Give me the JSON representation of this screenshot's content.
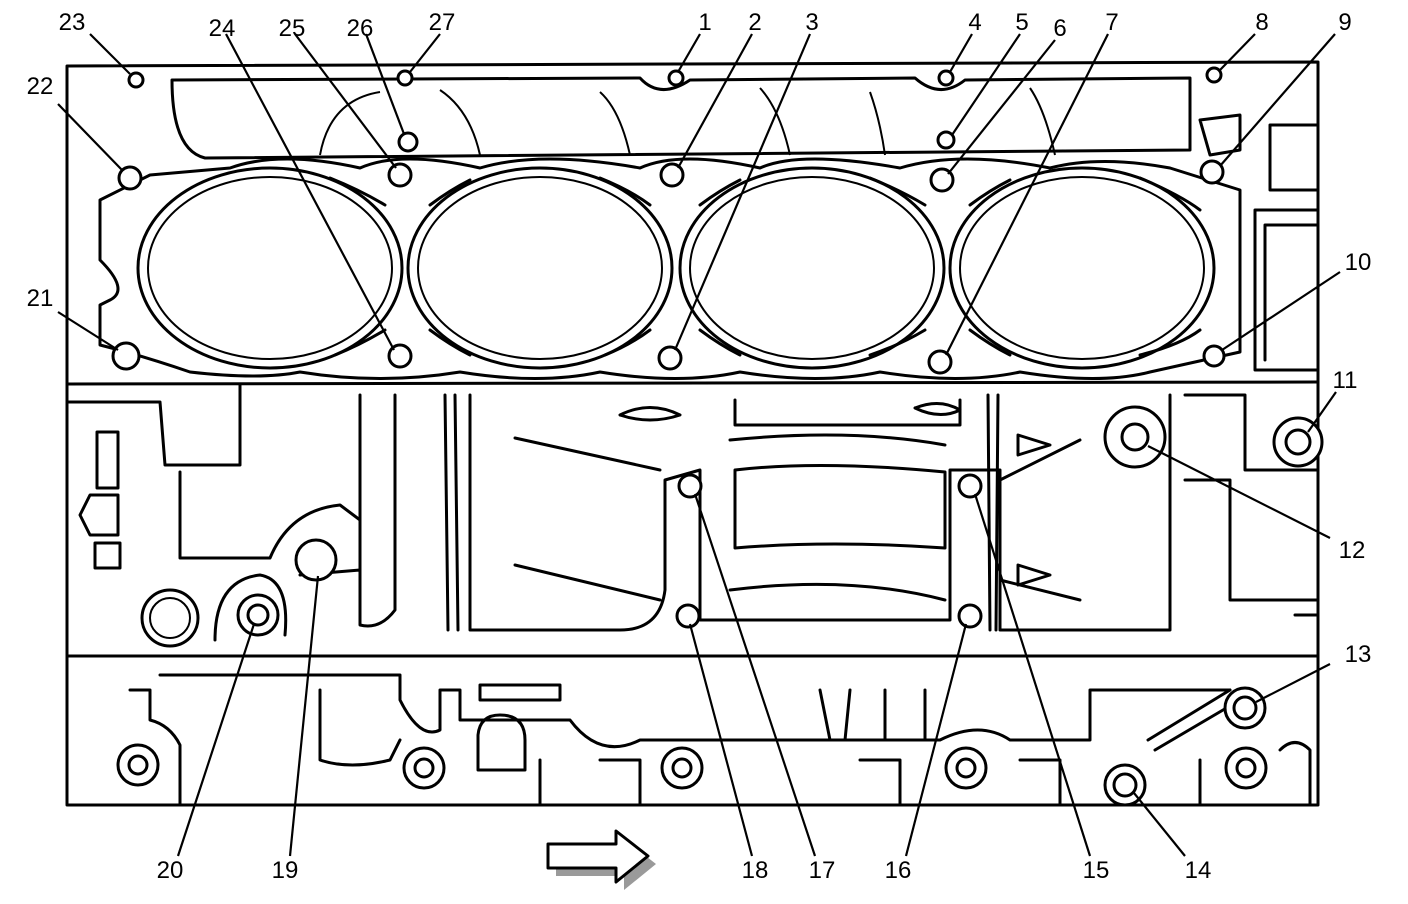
{
  "diagram": {
    "callouts": [
      "1",
      "2",
      "3",
      "4",
      "5",
      "6",
      "7",
      "8",
      "9",
      "10",
      "11",
      "12",
      "13",
      "14",
      "15",
      "16",
      "17",
      "18",
      "19",
      "20",
      "21",
      "22",
      "23",
      "24",
      "25",
      "26",
      "27"
    ]
  },
  "colors": {
    "ink": "#000000",
    "paper": "#ffffff",
    "arrow_shade": "#9a9a9a"
  },
  "icons": {
    "direction": "right-arrow-icon"
  }
}
